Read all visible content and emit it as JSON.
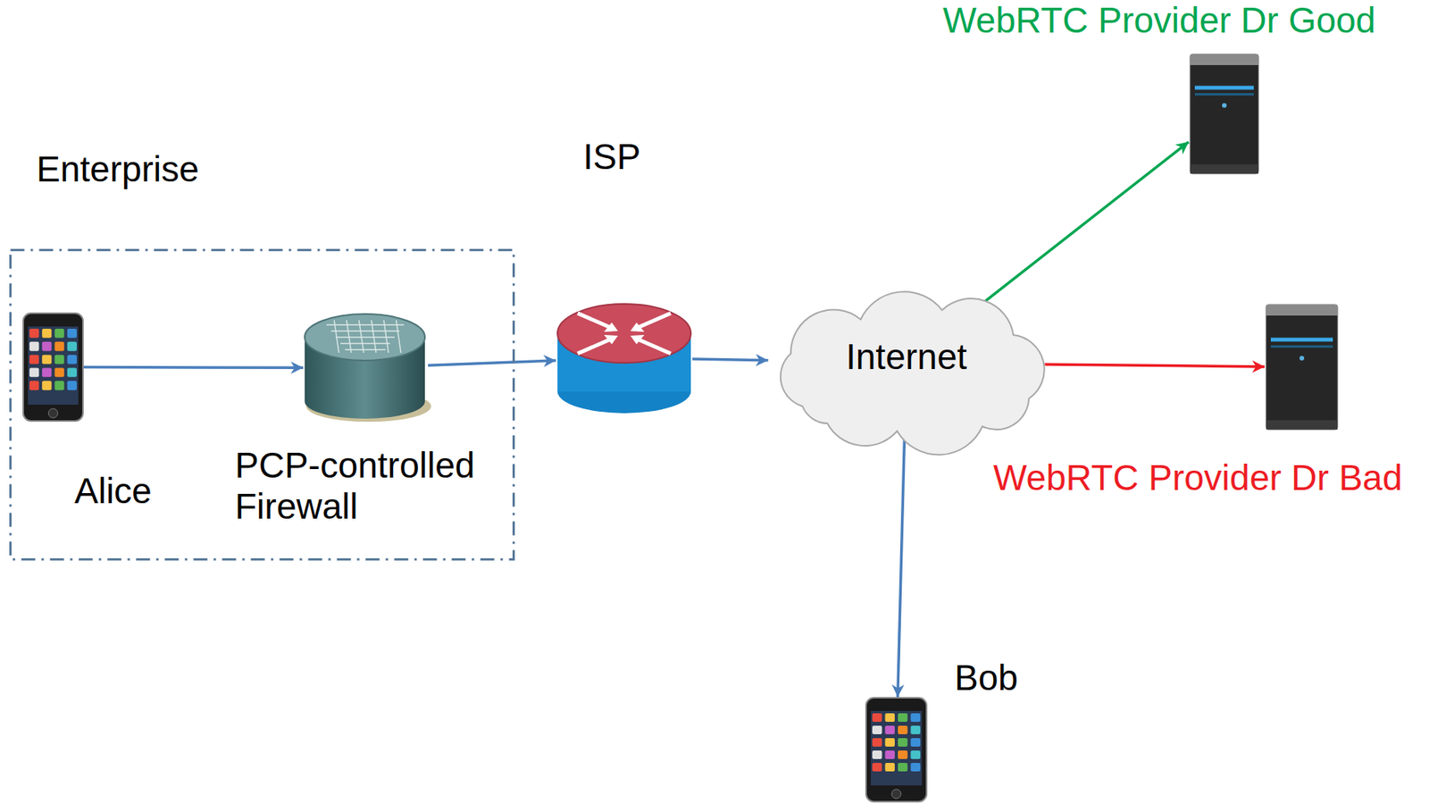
{
  "diagram": {
    "nodes": [
      {
        "text": [
          "Enterprise"
        ]
      },
      {
        "text": [
          "Alice"
        ],
        "in": 0
      },
      {
        "text": [
          "PCP-controlled Firewall"
        ],
        "in": 0
      },
      {
        "text": [
          "ISP"
        ]
      },
      {
        "text": [
          "Internet"
        ]
      },
      {
        "text": [
          "WebRTC Provider Dr Good"
        ]
      },
      {
        "text": [
          "WebRTC Provider Dr Bad"
        ]
      },
      {
        "text": [
          "Bob"
        ]
      }
    ],
    "edges": [
      {
        "from": 1,
        "to": 2,
        "arrow": "to"
      },
      {
        "from": 2,
        "to": 3,
        "arrow": "to"
      },
      {
        "from": 3,
        "to": 4,
        "arrow": "to"
      },
      {
        "from": 4,
        "to": 5,
        "arrow": "to"
      },
      {
        "from": 4,
        "to": 6,
        "arrow": "to"
      },
      {
        "from": 4,
        "to": 7,
        "arrow": "to"
      }
    ]
  }
}
